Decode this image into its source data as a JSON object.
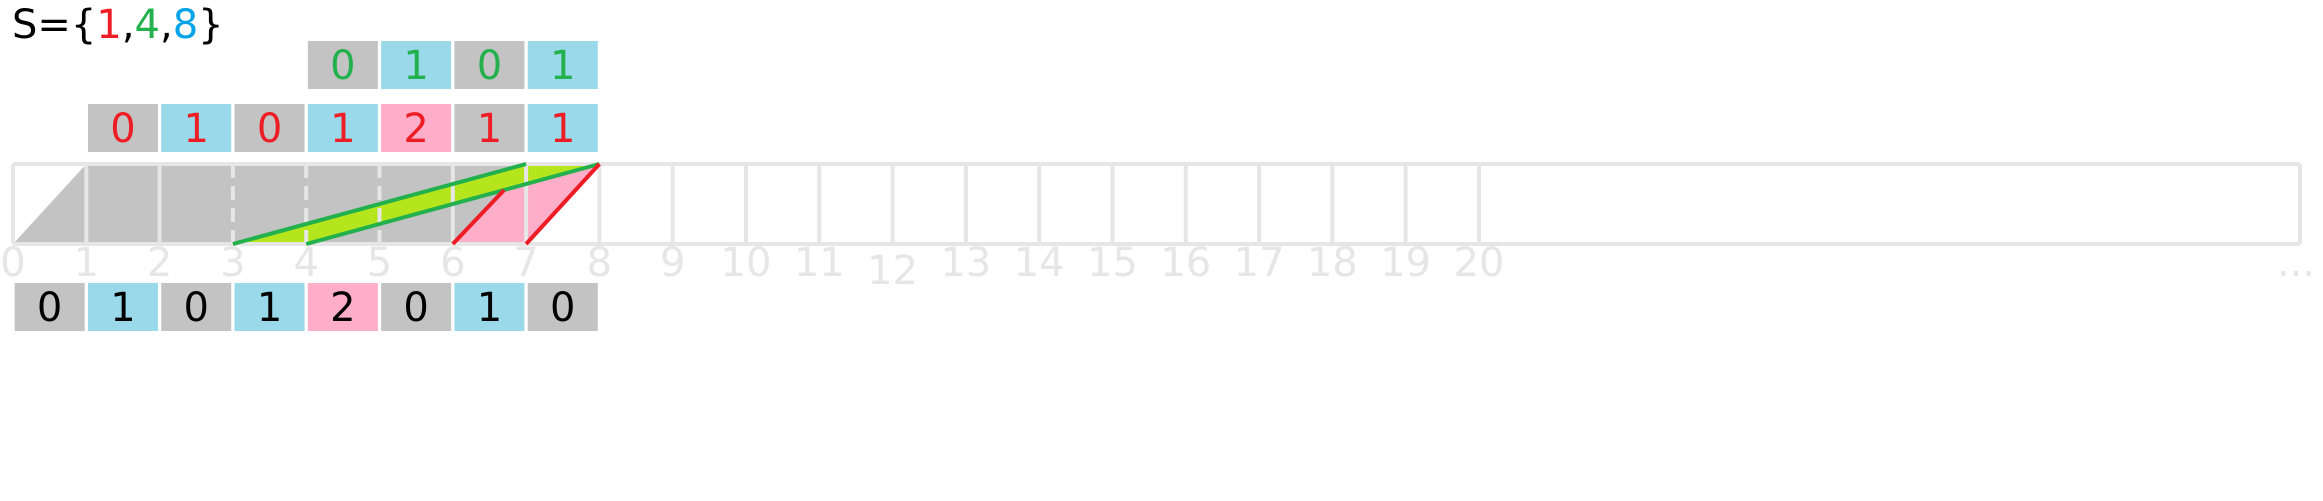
{
  "title": {
    "prefix": "S={",
    "elements": [
      {
        "text": "1",
        "color": "#ee1c25"
      },
      {
        "text": "4",
        "color": "#22b14c"
      },
      {
        "text": "8",
        "color": "#00a2e8"
      }
    ],
    "separator": ",",
    "suffix": "}"
  },
  "colors": {
    "gray_box": "#c3c3c3",
    "blue_box": "#99d9ea",
    "pink_box": "#ffaec9",
    "green_band": "#b5e61d",
    "green_line": "#22b14c",
    "red_line": "#ee1c25",
    "grid": "#e6e6e6",
    "axis_text": "#e6e6e6"
  },
  "axis_labels": [
    "0",
    "1",
    "2",
    "3",
    "4",
    "5",
    "6",
    "7",
    "8",
    "9",
    "10",
    "11",
    "12",
    "13",
    "14",
    "15",
    "16",
    "17",
    "18",
    "19",
    "20",
    "..."
  ],
  "row_top": [
    {
      "position": 4,
      "value": "0",
      "fill": "gray",
      "text_color": "#22b14c"
    },
    {
      "position": 5,
      "value": "1",
      "fill": "blue",
      "text_color": "#22b14c"
    },
    {
      "position": 6,
      "value": "0",
      "fill": "gray",
      "text_color": "#22b14c"
    },
    {
      "position": 7,
      "value": "1",
      "fill": "blue",
      "text_color": "#22b14c"
    }
  ],
  "row_middle": [
    {
      "position": 1,
      "value": "0",
      "fill": "gray",
      "text_color": "#ee1c25"
    },
    {
      "position": 2,
      "value": "1",
      "fill": "blue",
      "text_color": "#ee1c25"
    },
    {
      "position": 3,
      "value": "0",
      "fill": "gray",
      "text_color": "#ee1c25"
    },
    {
      "position": 4,
      "value": "1",
      "fill": "blue",
      "text_color": "#ee1c25"
    },
    {
      "position": 5,
      "value": "2",
      "fill": "pink",
      "text_color": "#ee1c25"
    },
    {
      "position": 6,
      "value": "1",
      "fill": "gray",
      "text_color": "#ee1c25"
    },
    {
      "position": 7,
      "value": "1",
      "fill": "blue",
      "text_color": "#ee1c25"
    }
  ],
  "row_bottom": [
    {
      "position": 0,
      "value": "0",
      "fill": "gray",
      "text_color": "#000000"
    },
    {
      "position": 1,
      "value": "1",
      "fill": "blue",
      "text_color": "#000000"
    },
    {
      "position": 2,
      "value": "0",
      "fill": "gray",
      "text_color": "#000000"
    },
    {
      "position": 3,
      "value": "1",
      "fill": "blue",
      "text_color": "#000000"
    },
    {
      "position": 4,
      "value": "2",
      "fill": "pink",
      "text_color": "#000000"
    },
    {
      "position": 5,
      "value": "0",
      "fill": "gray",
      "text_color": "#000000"
    },
    {
      "position": 6,
      "value": "1",
      "fill": "blue",
      "text_color": "#000000"
    },
    {
      "position": 7,
      "value": "0",
      "fill": "gray",
      "text_color": "#000000"
    }
  ]
}
